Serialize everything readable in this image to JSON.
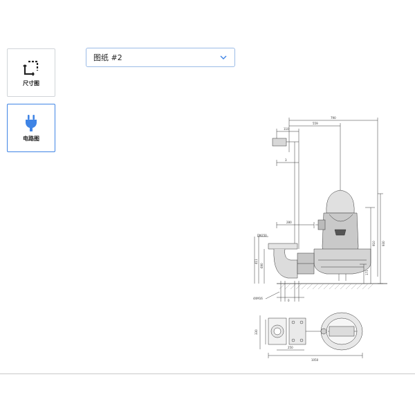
{
  "sidebar": {
    "items": [
      {
        "label": "尺寸图",
        "icon": "dimensions-icon",
        "active": false
      },
      {
        "label": "电路图",
        "icon": "plug-icon",
        "active": true
      }
    ]
  },
  "drawing_select": {
    "value": "图纸 #2"
  },
  "drawing": {
    "dims": {
      "d790": "790",
      "d559": "559",
      "d110": "110",
      "d3": "3",
      "d280": "280",
      "dn150": "DN150",
      "d910": "910",
      "d930": "930",
      "d411": "411",
      "d690": "690",
      "d171": "171",
      "bolts": "4XM16",
      "d0": "0",
      "d330": "330",
      "d1050": "1050",
      "d250": "250"
    }
  },
  "colors": {
    "accent": "#3f84e5",
    "border": "#d0d4d8",
    "line": "#333333"
  }
}
